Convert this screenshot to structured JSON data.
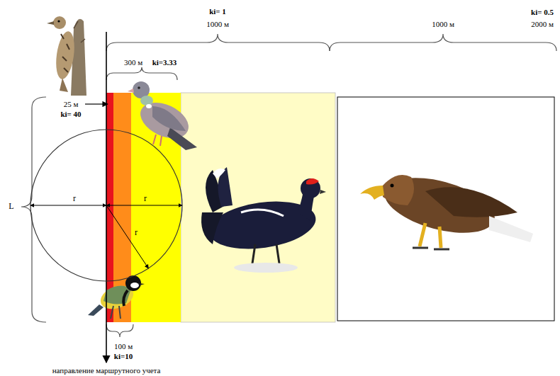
{
  "diagram": {
    "nodes": [
      {
        "text": [
          "r",
          "r",
          "r"
        ]
      }
    ],
    "labels": [
      "ki= 1",
      "1000 м",
      "1000 м",
      "ki= 0.5",
      "2000 м",
      "300 м",
      "ki=3.33",
      "25 м",
      "ki= 40",
      "L",
      "100 м",
      "ki=10",
      "направление маршрутного учета"
    ]
  }
}
